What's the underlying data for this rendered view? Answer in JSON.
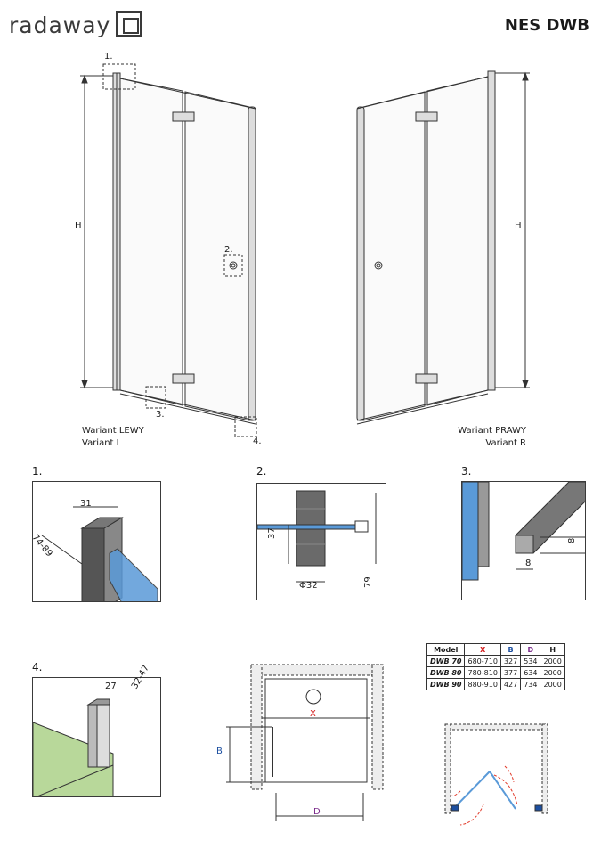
{
  "brand": {
    "name": "radaway"
  },
  "product": {
    "title": "NES DWB"
  },
  "main_views": {
    "left": {
      "variant_pl": "Wariant LEWY",
      "variant_en": "Variant L",
      "height_label": "H"
    },
    "right": {
      "variant_pl": "Wariant PRAWY",
      "variant_en": "Variant R",
      "height_label": "H"
    },
    "callouts": [
      "1.",
      "2.",
      "3.",
      "4."
    ]
  },
  "details": {
    "d1": {
      "num": "1.",
      "dim_top": "31",
      "dim_side": "74-89"
    },
    "d2": {
      "num": "2.",
      "dim_a": "37",
      "dim_b": "79",
      "dim_c": "Φ32"
    },
    "d3": {
      "num": "3.",
      "dim_a": "8",
      "dim_b": "8"
    },
    "d4": {
      "num": "4.",
      "dim_a": "27",
      "dim_b": "32-47"
    }
  },
  "plan": {
    "x_label": "X",
    "b_label": "B",
    "d_label": "D"
  },
  "spec_table": {
    "headers": [
      "Model",
      "X",
      "B",
      "D",
      "H"
    ],
    "header_colors": [
      "#1a1a1a",
      "#d42020",
      "#1c4fa0",
      "#7a2a8a",
      "#1a1a1a"
    ],
    "rows": [
      [
        "DWB 70",
        "680-710",
        "327",
        "534",
        "2000"
      ],
      [
        "DWB 80",
        "780-810",
        "377",
        "634",
        "2000"
      ],
      [
        "DWB 90",
        "880-910",
        "427",
        "734",
        "2000"
      ]
    ]
  },
  "colors": {
    "glass": "#5a9ad8",
    "red_arrow": "#e23a2a",
    "wall_fill": "#b8d89a",
    "line": "#333333"
  }
}
